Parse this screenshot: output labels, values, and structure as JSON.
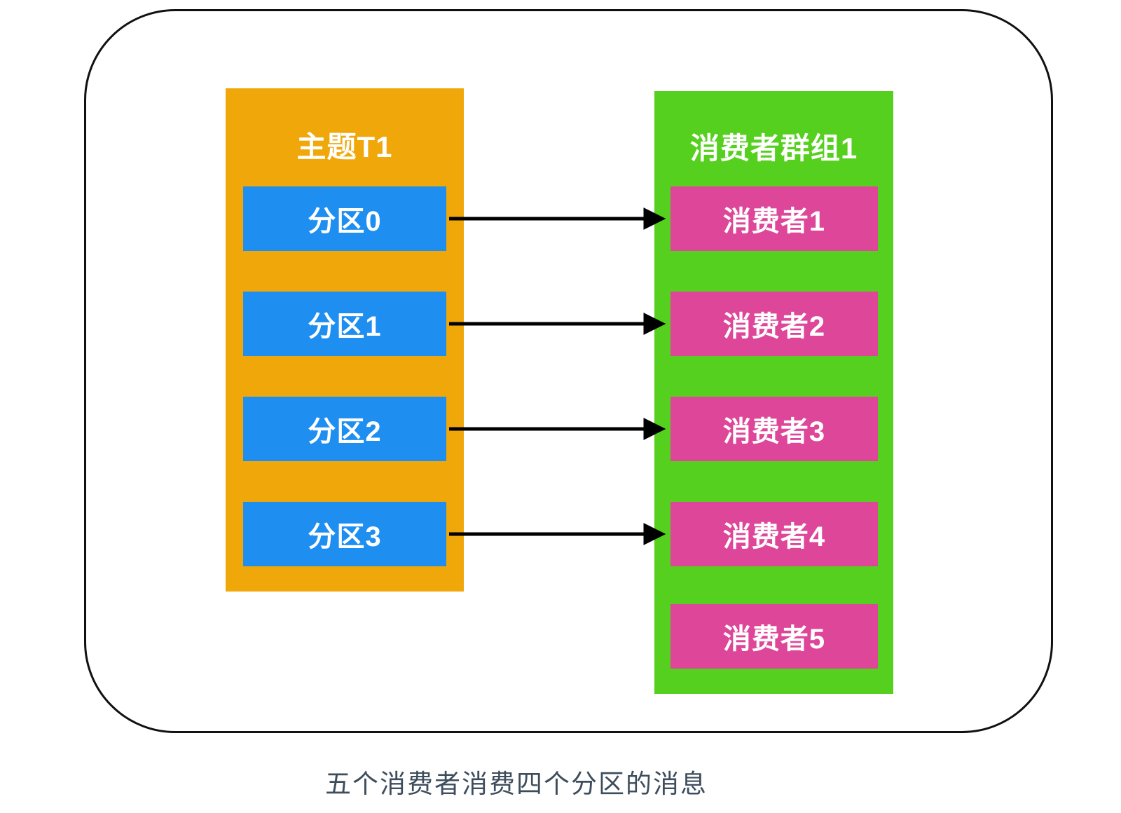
{
  "colors": {
    "topic_bg": "#F0A70A",
    "partition_bg": "#1E8EF0",
    "group_bg": "#56D01E",
    "consumer_bg": "#DE4699",
    "arrow": "#000000",
    "frame_border": "#111111",
    "caption_text": "#3D4D5C",
    "box_text": "#FFFFFF"
  },
  "topic": {
    "title": "主题T1",
    "partitions": [
      {
        "label": "分区0"
      },
      {
        "label": "分区1"
      },
      {
        "label": "分区2"
      },
      {
        "label": "分区3"
      }
    ]
  },
  "consumer_group": {
    "title": "消费者群组1",
    "consumers": [
      {
        "label": "消费者1"
      },
      {
        "label": "消费者2"
      },
      {
        "label": "消费者3"
      },
      {
        "label": "消费者4"
      },
      {
        "label": "消费者5"
      }
    ]
  },
  "connections": [
    {
      "from": "分区0",
      "to": "消费者1"
    },
    {
      "from": "分区1",
      "to": "消费者2"
    },
    {
      "from": "分区2",
      "to": "消费者3"
    },
    {
      "from": "分区3",
      "to": "消费者4"
    }
  ],
  "caption": "五个消费者消费四个分区的消息"
}
